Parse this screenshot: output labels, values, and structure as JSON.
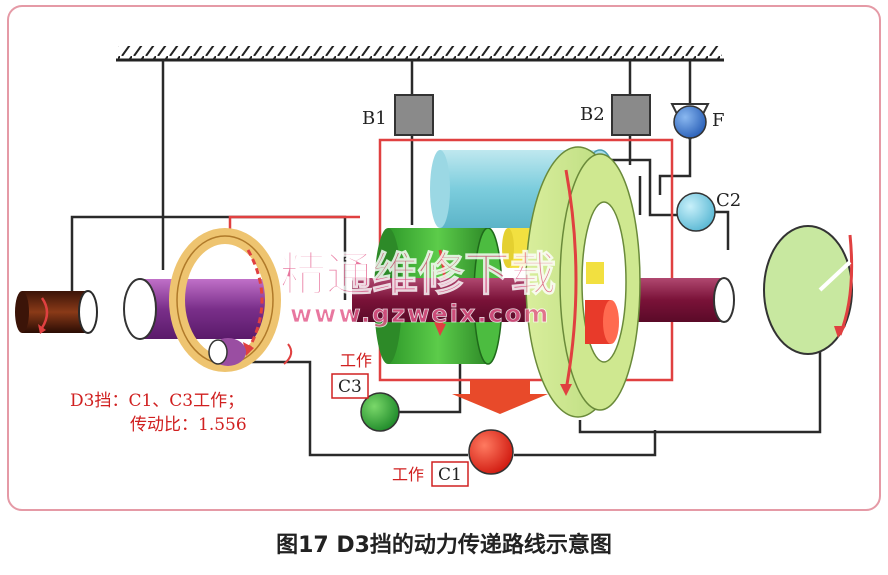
{
  "labels": {
    "b1": "B1",
    "b2": "B2",
    "f": "F",
    "c2": "C2",
    "c3_status": "工作",
    "c3": "C3",
    "c1_status": "工作",
    "c1": "C1",
    "gear_info_line1": "D3挡：C1、C3工作；",
    "gear_info_line2": "传动比：1.556"
  },
  "watermark": {
    "cn": "精通维修下载",
    "url": "www.gzweix.com"
  },
  "caption": "图17 D3挡的动力传递路线示意图",
  "colors": {
    "panel_border": "#e07080",
    "path_red": "#e04040",
    "shaft_purple": "#8b1a4a",
    "wire": "#2a2a2a",
    "green_drum": "#3fb03a",
    "cyan_drum": "#88d4e0",
    "light_green_ring": "#cfe890",
    "yellow": "#f2e040",
    "c3_green": "#2fa53a",
    "c1_red": "#e8261e",
    "f_blue": "#3a7fd0",
    "c2_cyan": "#7fd0e6",
    "brake_gray": "#8a8a8a"
  }
}
